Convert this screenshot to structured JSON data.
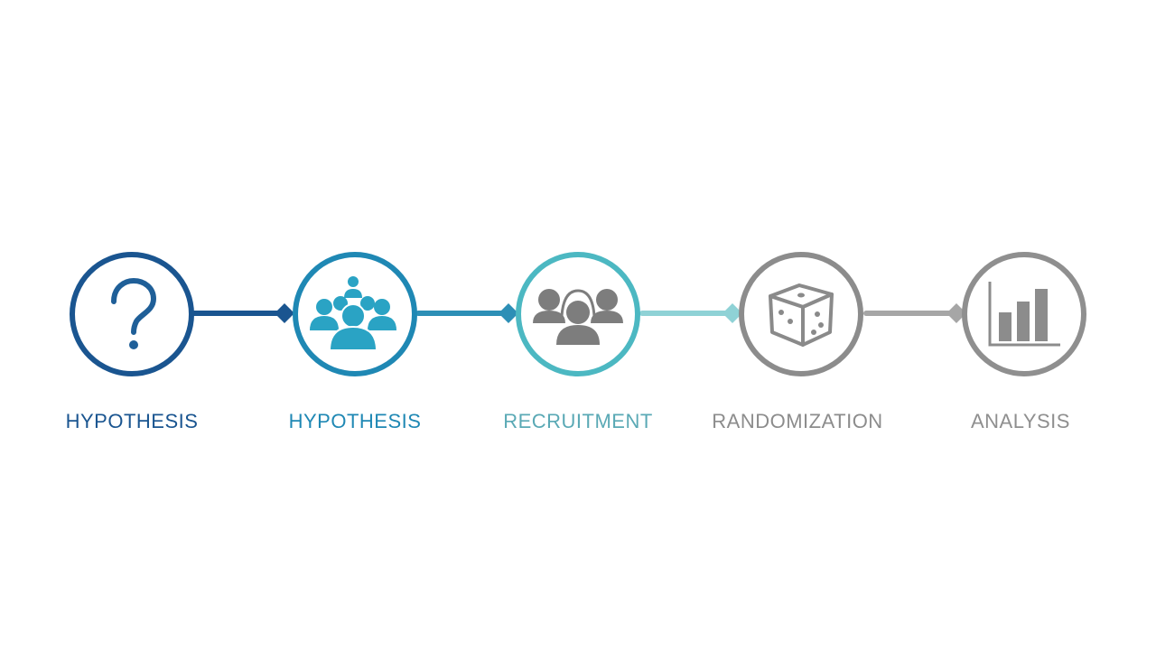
{
  "steps": [
    {
      "label": "HYPOTHESIS",
      "icon": "question-mark-icon",
      "color": "#1a5590"
    },
    {
      "label": "HYPOTHESIS",
      "icon": "group-of-people-icon",
      "color": "#1f88b4"
    },
    {
      "label": "RECRUITMENT",
      "icon": "people-icon",
      "color": "#4cb8c2"
    },
    {
      "label": "RANDOMIZATION",
      "icon": "dice-icon",
      "color": "#8c8c8c"
    },
    {
      "label": "ANALYSIS",
      "icon": "bar-chart-icon",
      "color": "#8f8f8f"
    }
  ],
  "connector_colors": [
    "#1a5590",
    "#2d8fb6",
    "#8fd2d6",
    "#a6a6a6"
  ],
  "icon_fills": {
    "people_teal": "#2aa3c4",
    "people_gray": "#7d7d7d",
    "dice_gray": "#8a8a8a",
    "bars_gray": "#8c8c8c"
  }
}
